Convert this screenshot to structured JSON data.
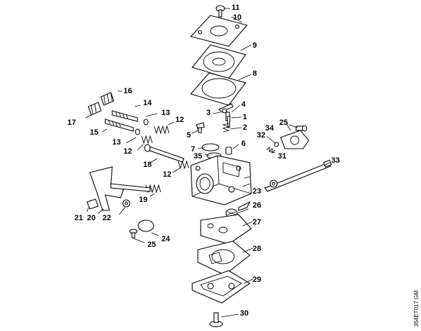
{
  "diagram": {
    "code": "354ET017 GM",
    "labels": [
      "1",
      "2",
      "3",
      "4",
      "5",
      "6",
      "7",
      "8",
      "9",
      "10",
      "11",
      "12",
      "13",
      "14",
      "15",
      "16",
      "17",
      "18",
      "19",
      "20",
      "21",
      "22",
      "23",
      "24",
      "25",
      "26",
      "27",
      "28",
      "29",
      "30",
      "31",
      "32",
      "33",
      "34",
      "35"
    ]
  }
}
